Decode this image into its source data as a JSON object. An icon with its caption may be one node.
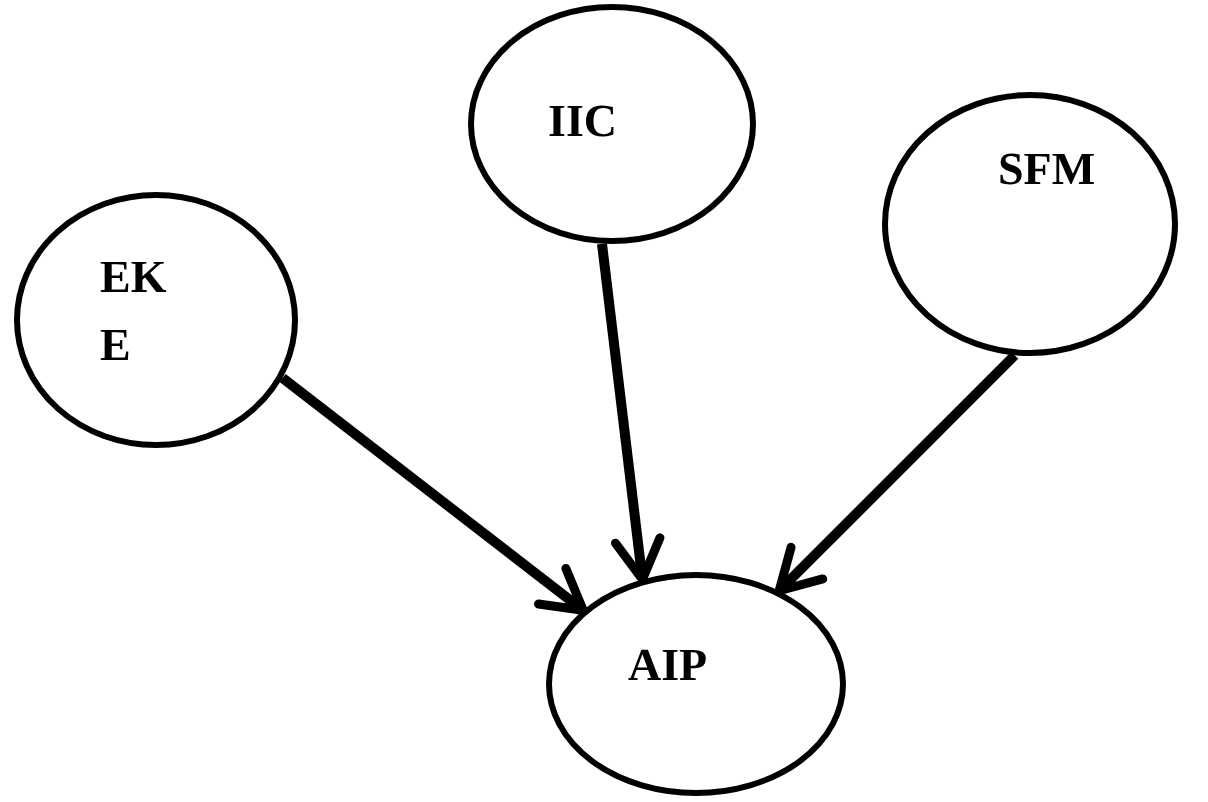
{
  "diagram": {
    "nodes": [
      {
        "text": [
          "EK E"
        ]
      },
      {
        "text": [
          "IIC"
        ]
      },
      {
        "text": [
          "SFM"
        ]
      },
      {
        "text": [
          "AIP"
        ]
      }
    ],
    "edges": [
      {
        "from": 0,
        "to": 3,
        "arrow": "to"
      },
      {
        "from": 1,
        "to": 3,
        "arrow": "to"
      },
      {
        "from": 2,
        "to": 3,
        "arrow": "to"
      }
    ]
  }
}
